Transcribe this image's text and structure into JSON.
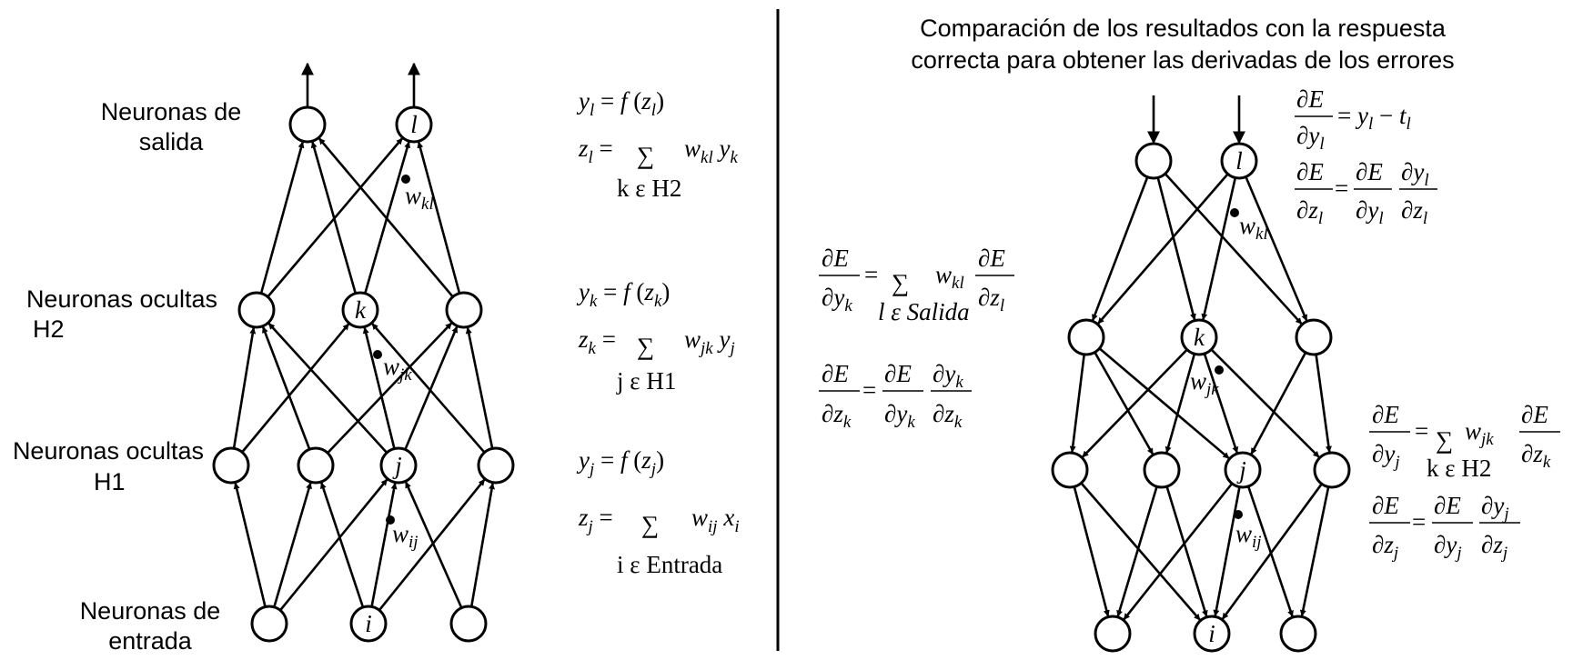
{
  "left": {
    "layer_labels": {
      "output": [
        "Neuronas de",
        "salida"
      ],
      "hidden2": [
        "Neuronas ocultas",
        "H2"
      ],
      "hidden1": [
        "Neuronas ocultas",
        "H1"
      ],
      "input": [
        "Neuronas de",
        "entrada"
      ]
    },
    "node_labels": {
      "l": "l",
      "k": "k",
      "j": "j",
      "i": "i"
    },
    "weight_labels": {
      "kl": "kl",
      "jk": "jk",
      "ij": "ij"
    },
    "equations": {
      "sum_sets": {
        "out": "k ε H2",
        "h2": "j ε H1",
        "h1": "i ε Entrada"
      }
    }
  },
  "right": {
    "title": [
      "Comparación de los resultados con la respuesta",
      "correcta para obtener las derivadas de los errores"
    ],
    "node_labels": {
      "l": "l",
      "k": "k",
      "j": "j",
      "i": "i"
    },
    "weight_labels": {
      "kl": "kl",
      "jk": "jk",
      "ij": "ij"
    },
    "sum_sets": {
      "mid": "l ε Salida",
      "h1": "k ε H2"
    }
  },
  "colors": {
    "ink": "#000000",
    "background": "#ffffff"
  }
}
